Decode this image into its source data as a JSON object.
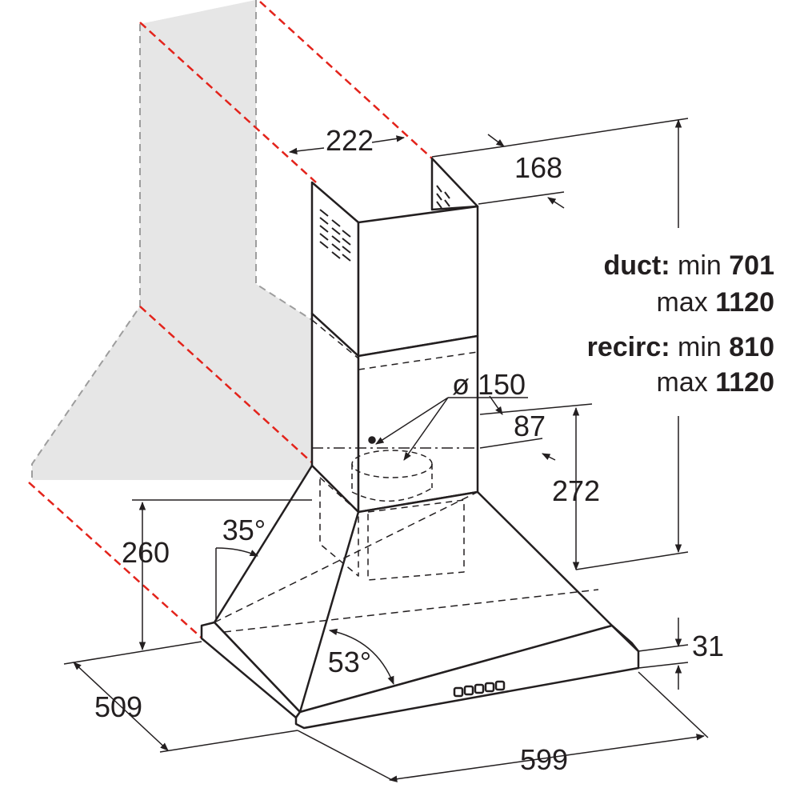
{
  "dimensions": {
    "chimney_width": "222",
    "chimney_depth": "168",
    "outlet_diameter": "ø 150",
    "outlet_offset": "87",
    "outlet_height": "272",
    "hood_height": "260",
    "canopy_angle": "35°",
    "front_angle": "53°",
    "rim_height": "31",
    "depth": "509",
    "width": "599"
  },
  "height_specs": {
    "duct": {
      "label": "duct:",
      "min_label": "min",
      "min_value": "701",
      "max_label": "max",
      "max_value": "1120"
    },
    "recirc": {
      "label": "recirc:",
      "min_label": "min",
      "min_value": "810",
      "max_label": "max",
      "max_value": "1120"
    }
  },
  "colors": {
    "line": "#231f20",
    "wall": "#e6e6e6",
    "wall_edge": "#9d9d9d",
    "guide": "#e3231b"
  }
}
